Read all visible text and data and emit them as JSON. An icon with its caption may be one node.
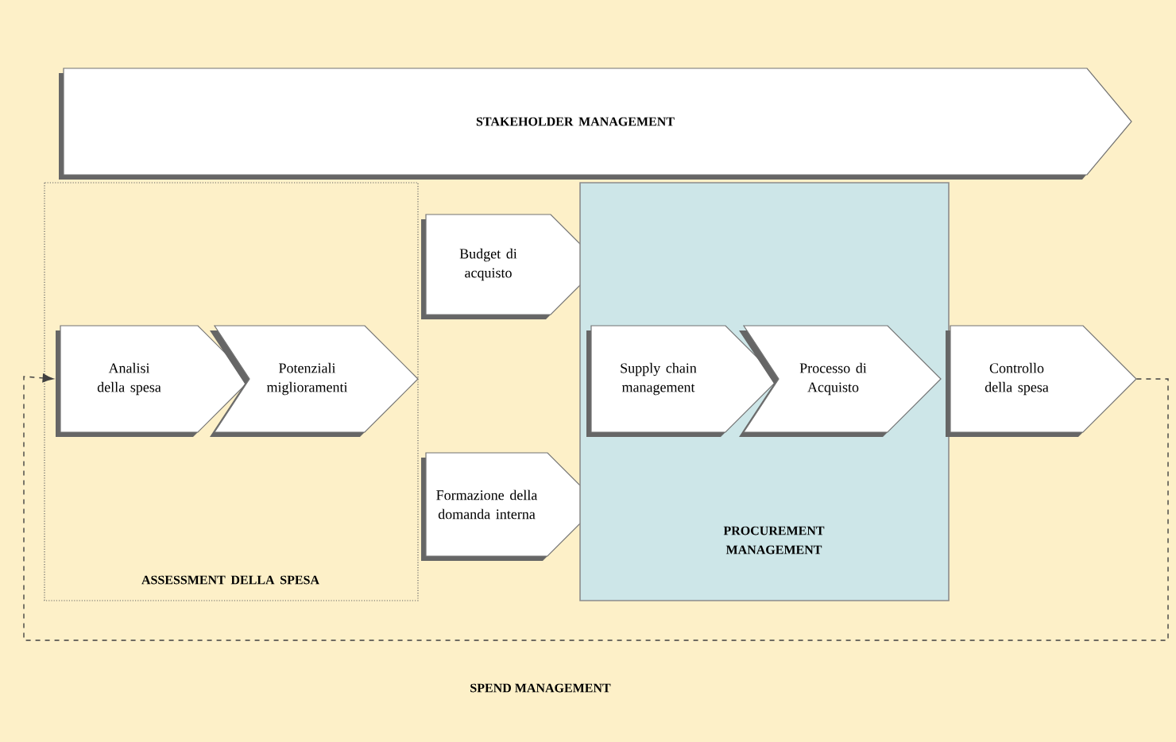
{
  "diagram": {
    "nodes": [
      {
        "text": [
          "STAKEHOLDER MANAGEMENT"
        ]
      },
      {
        "text": [
          "ASSESSMENT DELLA SPESA"
        ]
      },
      {
        "text": [
          "Analisi della spesa"
        ],
        "in": 1
      },
      {
        "text": [
          "Potenziali miglioramenti"
        ],
        "in": 1
      },
      {
        "text": [
          "Budget di acquisto"
        ]
      },
      {
        "text": [
          "Formazione della domanda interna"
        ]
      },
      {
        "text": [
          "PROCUREMENT MANAGEMENT"
        ]
      },
      {
        "text": [
          "Supply chain management"
        ],
        "in": 6
      },
      {
        "text": [
          "Processo di Acquisto"
        ],
        "in": 6
      },
      {
        "text": [
          "Controllo della spesa"
        ]
      }
    ],
    "edges": [
      {
        "from": 9,
        "to": 2,
        "arrow": "to",
        "style": "dashed"
      }
    ],
    "labels": [
      "SPEND MANAGEMENT"
    ]
  }
}
